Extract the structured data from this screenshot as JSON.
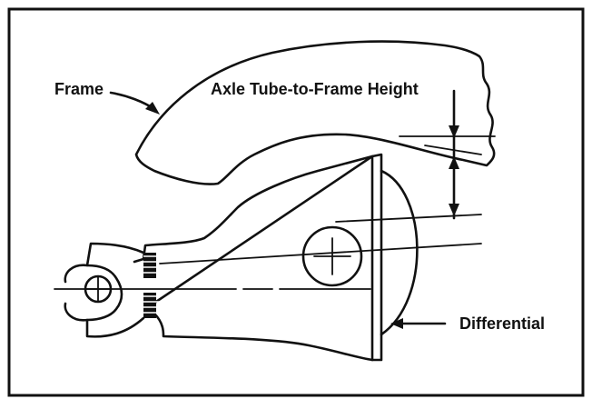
{
  "labels": {
    "frame": "Frame",
    "measurement": "Axle Tube-to-Frame Height",
    "differential": "Differential"
  }
}
